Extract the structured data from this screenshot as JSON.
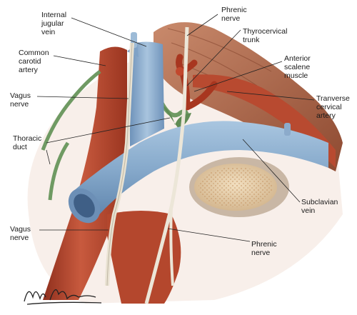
{
  "labels": {
    "internal_jugular": "Internal\njugular\nvein",
    "phrenic_top": "Phrenic\nnerve",
    "thyrocervical": "Thyrocervical\ntrunk",
    "common_carotid": "Common\ncarotid\nartery",
    "anterior_scalene": "Anterior\nscalene\nmuscle",
    "vagus_top": "Vagus\nnerve",
    "transverse_cervical": "Tranverse\ncervical\nartery",
    "thoracic_duct": "Thoracic\nduct",
    "subclavian_vein": "Subclavian\nvein",
    "vagus_bottom": "Vagus\nnerve",
    "phrenic_bottom": "Phrenic\nnerve"
  },
  "signature": "M. Lenard",
  "colors": {
    "artery": "#b8462e",
    "vein": "#8fb3d3",
    "nerve": "#e9e2d2",
    "duct": "#6f9a63",
    "muscle": "#b06a4c",
    "bone": "#e3c9a3"
  }
}
